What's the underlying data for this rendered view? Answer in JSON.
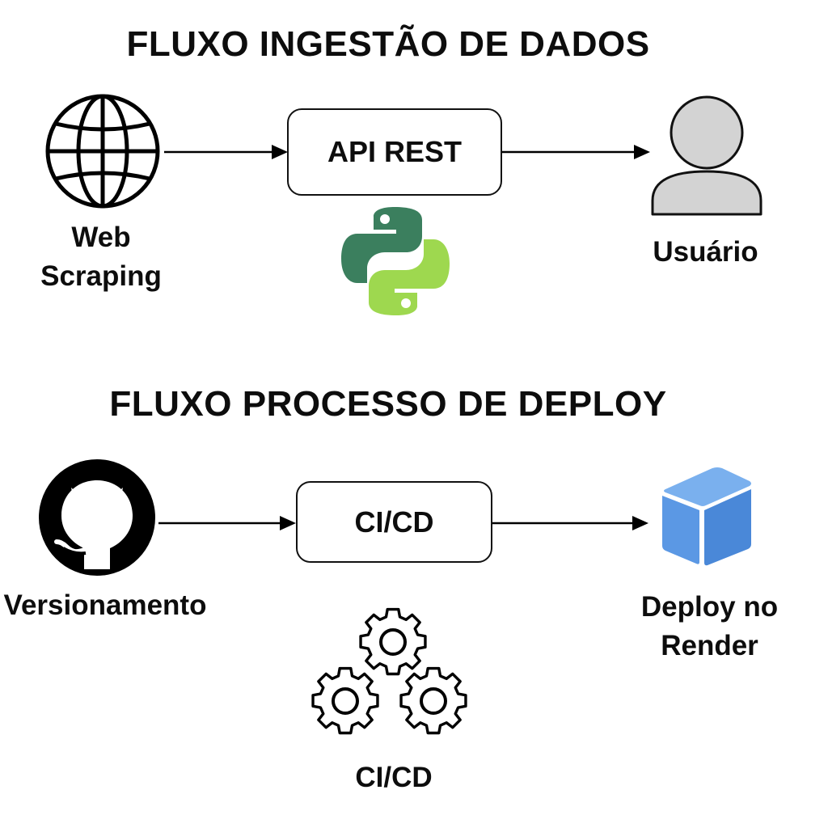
{
  "ingestion": {
    "title": "FLUXO INGESTÃO DE DADOS",
    "source_label": "Web\nScraping",
    "process_label": "API REST",
    "target_label": "Usuário",
    "icons": [
      "globe-icon",
      "python-logo-icon",
      "user-icon"
    ],
    "colors": {
      "python_blue": "#3b7f5e",
      "python_green": "#9ed84f",
      "user_gray": "#d3d3d3"
    }
  },
  "deploy": {
    "title": "FLUXO PROCESSO DE DEPLOY",
    "source_label": "Versionamento",
    "process_label": "CI/CD",
    "target_label": "Deploy no\nRender",
    "gears_label": "CI/CD",
    "icons": [
      "github-icon",
      "gears-icon",
      "cube-icon"
    ],
    "colors": {
      "cube_blue": "#4a8fe0"
    }
  }
}
